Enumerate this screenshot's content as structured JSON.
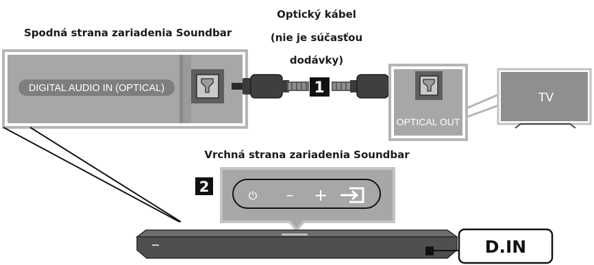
{
  "labels": {
    "bottom_side": "Spodná strana zariadenia Soundbar",
    "cable_line1": "Optický kábel",
    "cable_line2": "(nie je súčasťou",
    "cable_line3": "dodávky)",
    "top_side": "Vrchná strana zariadenia Soundbar"
  },
  "port_panel": {
    "label": "DIGITAL AUDIO IN (OPTICAL)"
  },
  "tv_panel": {
    "port_label": "OPTICAL OUT"
  },
  "tv": {
    "label": "TV"
  },
  "steps": {
    "step1": "1",
    "step2": "2"
  },
  "control_panel": {
    "power": "⏻",
    "minus": "–",
    "plus": "+",
    "source": "→]"
  },
  "display": {
    "text": "D.IN"
  },
  "colors": {
    "panel_gray": "#a7a7a7",
    "panel_dark": "#7a7a7a",
    "outline": "#b5b5b5",
    "tv_screen": "#8f8f8f",
    "soundbar": "#5a5a5a",
    "badge": "#111111"
  }
}
